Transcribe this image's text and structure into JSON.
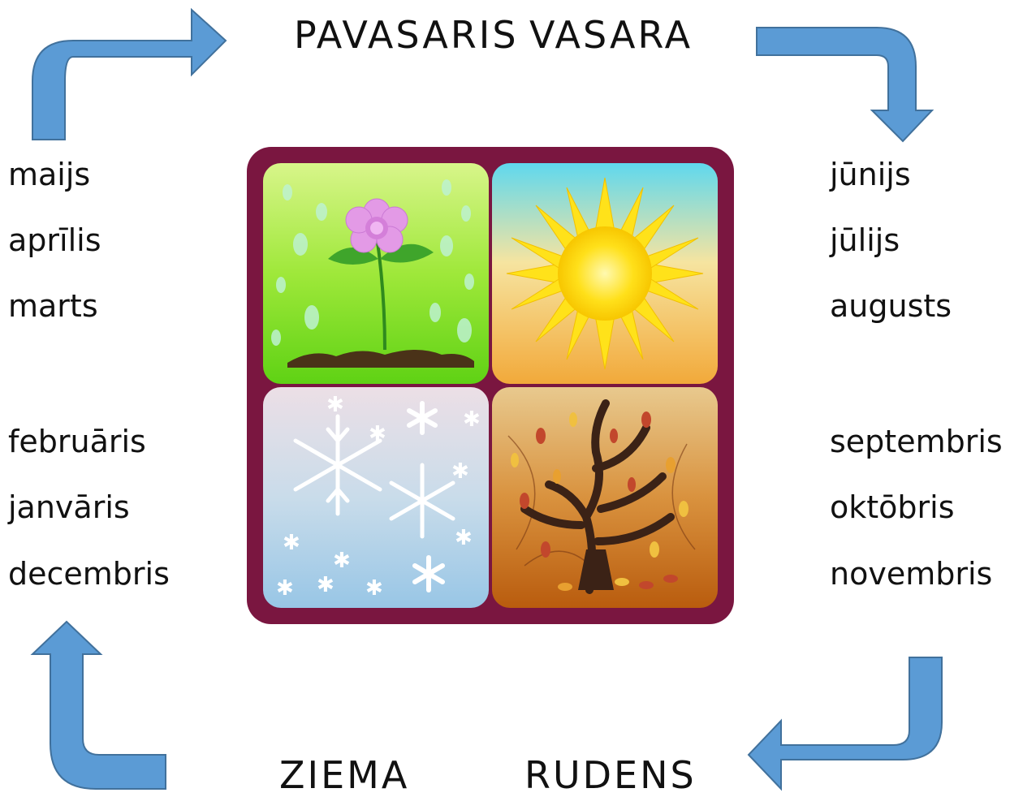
{
  "titles": {
    "spring": "PAVASARIS",
    "summer": "VASARA",
    "winter": "ZIEMA",
    "autumn": "RUDENS"
  },
  "months": {
    "spring": [
      "maijs",
      "aprīlis",
      "marts"
    ],
    "summer": [
      "jūnijs",
      "jūlijs",
      "augusts"
    ],
    "winter": [
      "februāris",
      "janvāris",
      "decembris"
    ],
    "autumn": [
      "septembris",
      "oktōbris",
      "novembris"
    ]
  },
  "colors": {
    "arrow_fill": "#5b9bd5",
    "arrow_stroke": "#41719c",
    "frame": "#7a1640"
  },
  "icons": {
    "spring": "flower-rain-icon",
    "summer": "sun-icon",
    "winter": "snowflakes-icon",
    "autumn": "autumn-tree-icon"
  }
}
